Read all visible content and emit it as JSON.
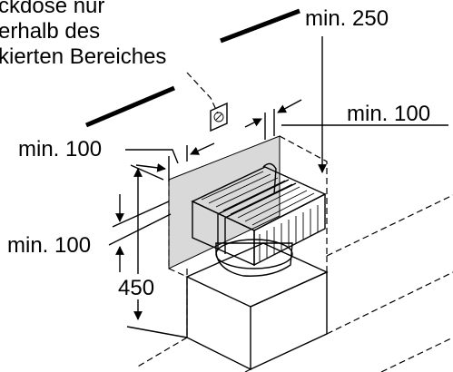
{
  "note": {
    "line1": "ckdose nur",
    "line2": "erhalb des",
    "line3": "kierten Bereiches"
  },
  "dimensions": {
    "top_right": "min. 250",
    "right_side": "min. 100",
    "left_top": "min. 100",
    "left_middle": "min. 100",
    "height": "450"
  },
  "colors": {
    "line": "#000000",
    "socket_zone": "#d9d9d9",
    "background": "#ffffff"
  }
}
